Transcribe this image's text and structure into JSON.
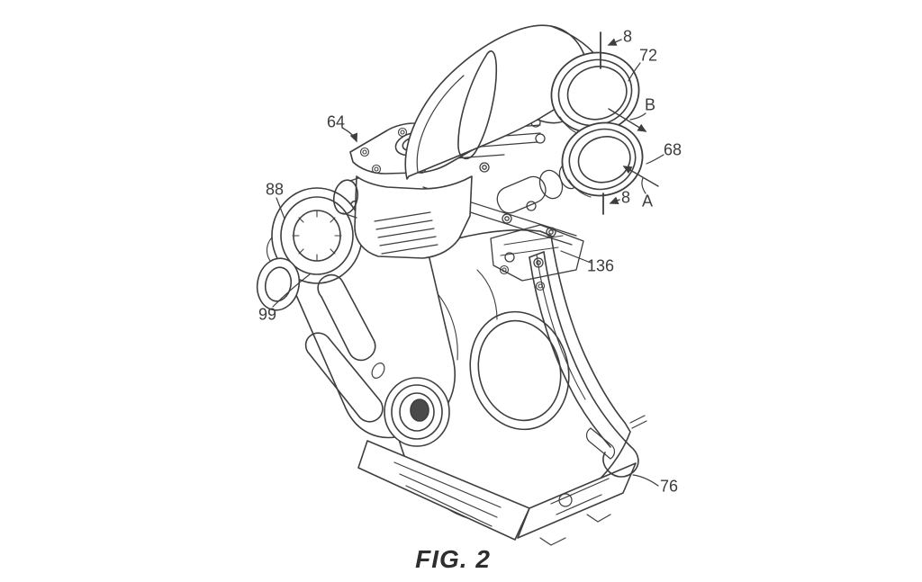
{
  "figure": {
    "caption": "FIG. 2",
    "labels": [
      {
        "id": "8-top",
        "text": "8"
      },
      {
        "id": "72",
        "text": "72"
      },
      {
        "id": "b-flow",
        "text": "B"
      },
      {
        "id": "68",
        "text": "68"
      },
      {
        "id": "8-bottom",
        "text": "8"
      },
      {
        "id": "a-flow",
        "text": "A"
      },
      {
        "id": "64",
        "text": "64"
      },
      {
        "id": "88",
        "text": "88"
      },
      {
        "id": "99",
        "text": "99"
      },
      {
        "id": "136",
        "text": "136"
      },
      {
        "id": "76",
        "text": "76"
      }
    ],
    "colors": {
      "ink": "#3e3e3e",
      "background": "#ffffff"
    }
  }
}
